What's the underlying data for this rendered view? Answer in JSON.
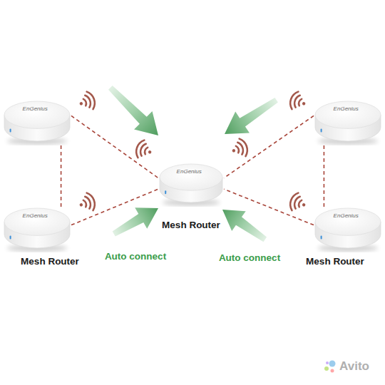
{
  "diagram": {
    "nodes": [
      {
        "text": [
          "EnGenius"
        ]
      },
      {
        "text": [
          "EnGenius"
        ]
      },
      {
        "text": [
          "EnGenius",
          "Mesh Router"
        ]
      },
      {
        "text": [
          "EnGenius",
          "Mesh Router"
        ]
      },
      {
        "text": [
          "EnGenius",
          "Mesh Router"
        ]
      }
    ],
    "edges": [
      {
        "from": 0,
        "to": 2,
        "arrow": "none"
      },
      {
        "from": 1,
        "to": 2,
        "arrow": "none"
      },
      {
        "from": 0,
        "to": 3,
        "arrow": "none"
      },
      {
        "from": 1,
        "to": 4,
        "arrow": "none"
      },
      {
        "from": 3,
        "to": 2,
        "arrow": "none"
      },
      {
        "from": 4,
        "to": 2,
        "arrow": "none"
      }
    ],
    "labels": [
      "Auto connect",
      "Auto connect",
      "Avito"
    ]
  }
}
